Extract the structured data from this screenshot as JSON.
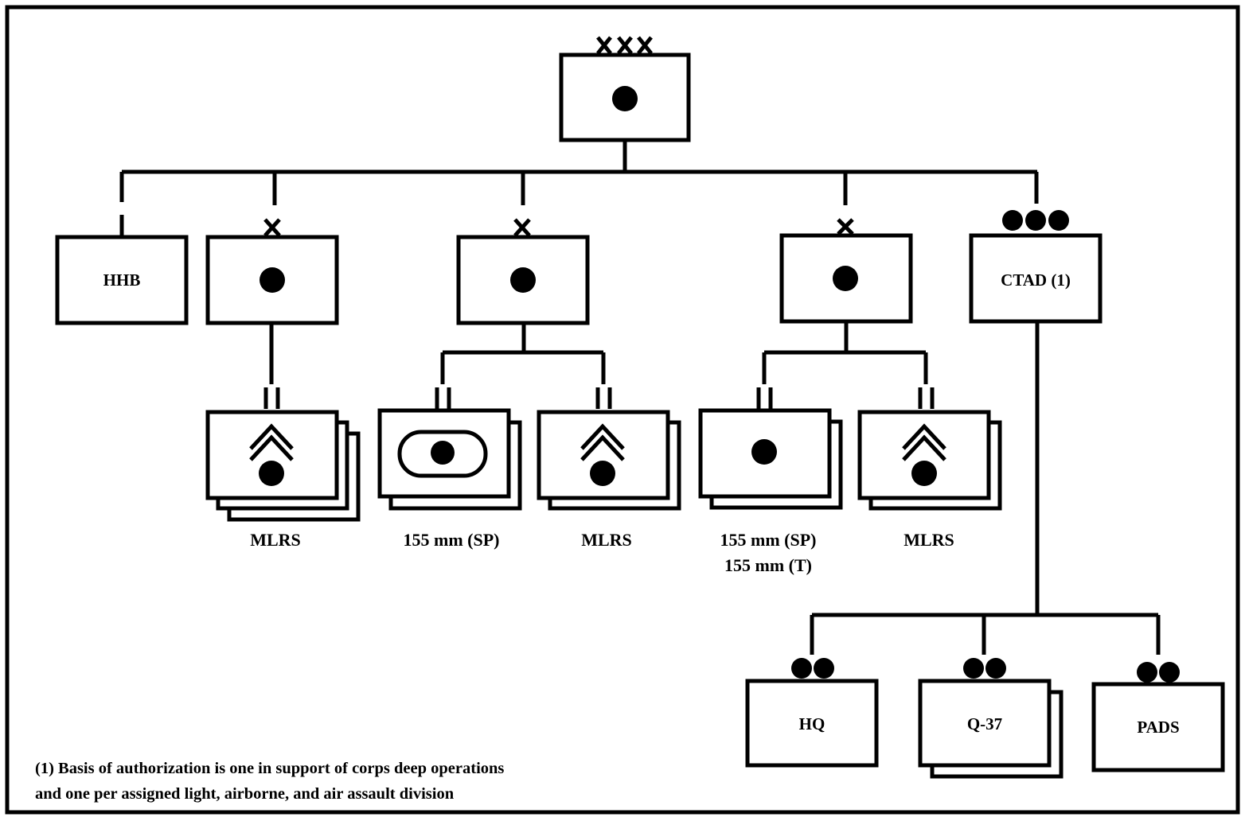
{
  "diagram": {
    "echelons": {
      "corps": "XXX",
      "brigade": "X",
      "battery": "●●●",
      "platoon": "●●",
      "battalion": "||"
    },
    "boxes": {
      "hhb": "HHB",
      "ctad": "CTAD (1)",
      "hq": "HQ",
      "q37": "Q-37",
      "pads": "PADS"
    },
    "unit_labels": {
      "mlrs_1": "MLRS",
      "sp155_1": "155 mm (SP)",
      "mlrs_2": "MLRS",
      "sp155_2": "155 mm (SP)",
      "towed155": "155 mm (T)",
      "mlrs_3": "MLRS"
    },
    "footnote": {
      "line1": "(1)  Basis of authorization is one in support of corps deep operations",
      "line2": "and one per assigned light, airborne, and air assault division"
    }
  }
}
